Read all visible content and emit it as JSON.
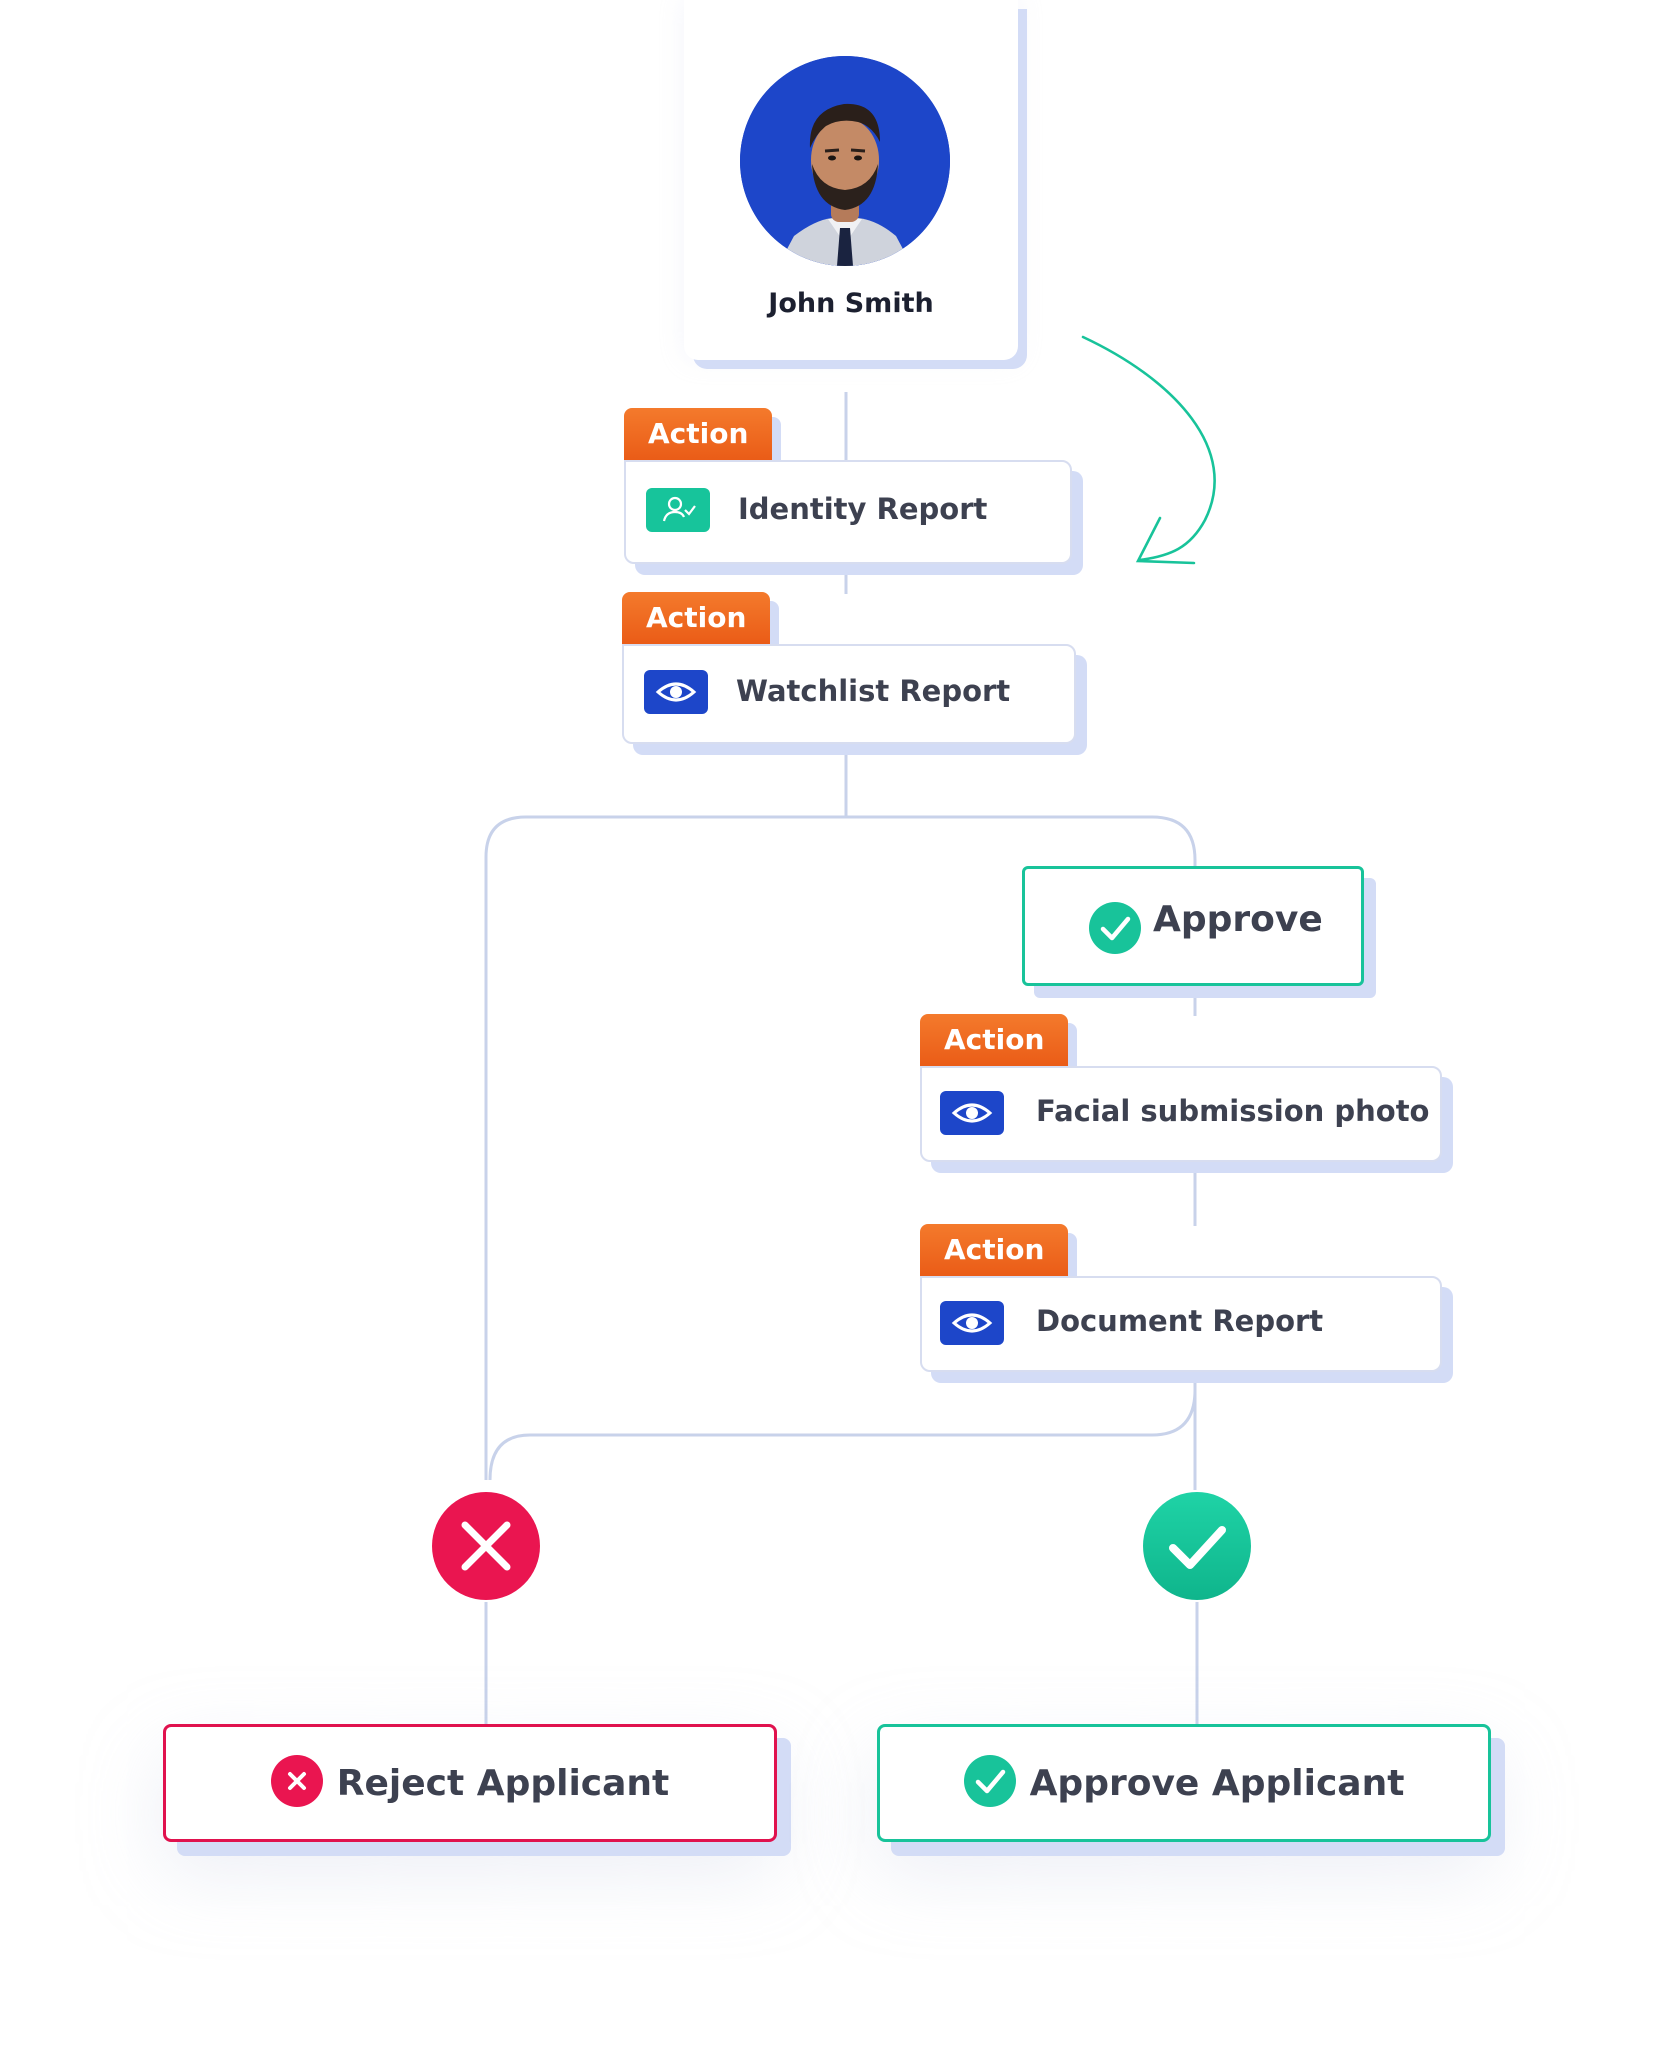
{
  "profile": {
    "name": "John Smith"
  },
  "steps": [
    {
      "tag": "Action",
      "label": "Identity Report",
      "icon": "user-check-icon",
      "icon_color": "#17c49b"
    },
    {
      "tag": "Action",
      "label": "Watchlist Report",
      "icon": "eye-icon",
      "icon_color": "#1d46c9"
    },
    {
      "tag": "Action",
      "label": "Facial submission photo",
      "icon": "eye-icon",
      "icon_color": "#1d46c9"
    },
    {
      "tag": "Action",
      "label": "Document Report",
      "icon": "eye-icon",
      "icon_color": "#1d46c9"
    }
  ],
  "approve_node": {
    "label": "Approve",
    "icon": "check-circle-icon"
  },
  "outcomes": {
    "reject": {
      "label": "Reject Applicant",
      "icon": "x-circle-icon",
      "color": "#e0124e"
    },
    "approve": {
      "label": "Approve Applicant",
      "icon": "check-circle-icon",
      "color": "#18c39a"
    }
  },
  "colors": {
    "action_tag": "#ef6420",
    "connector": "#c8d2ea",
    "shadow": "#d3dcf6",
    "brand_blue": "#1d46c9",
    "teal": "#18c39a",
    "red": "#e0124e"
  }
}
